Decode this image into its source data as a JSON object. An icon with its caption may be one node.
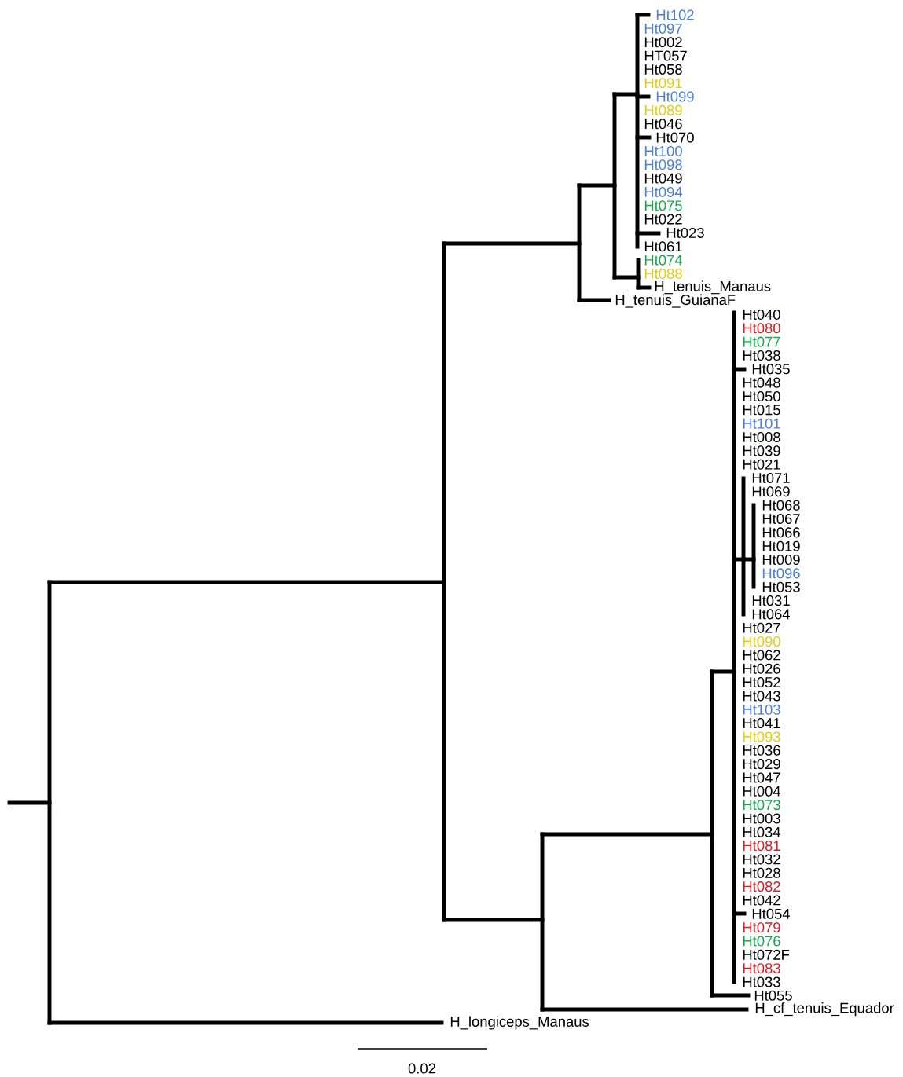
{
  "diagram": {
    "labels": [
      "Ht102",
      "Ht097",
      "Ht002",
      "HT057",
      "Ht058",
      "Ht091",
      "Ht099",
      "Ht089",
      "Ht046",
      "Ht070",
      "Ht100",
      "Ht098",
      "Ht049",
      "Ht094",
      "Ht075",
      "Ht022",
      "Ht023",
      "Ht061",
      "Ht074",
      "Ht088",
      "H_tenuis_Manaus",
      "H_tenuis_GuianaF",
      "Ht040",
      "Ht080",
      "Ht077",
      "Ht038",
      "Ht035",
      "Ht048",
      "Ht050",
      "Ht015",
      "Ht101",
      "Ht008",
      "Ht039",
      "Ht021",
      "Ht071",
      "Ht069",
      "Ht068",
      "Ht067",
      "Ht066",
      "Ht019",
      "Ht009",
      "Ht096",
      "Ht053",
      "Ht031",
      "Ht064",
      "Ht027",
      "Ht090",
      "Ht062",
      "Ht026",
      "Ht052",
      "Ht043",
      "Ht103",
      "Ht041",
      "Ht093",
      "Ht036",
      "Ht029",
      "Ht047",
      "Ht004",
      "Ht073",
      "Ht003",
      "Ht034",
      "Ht081",
      "Ht032",
      "Ht028",
      "Ht082",
      "Ht042",
      "Ht054",
      "Ht079",
      "Ht076",
      "Ht072F",
      "Ht083",
      "Ht033",
      "Ht055",
      "H_cf_tenuis_Equador",
      "H_longiceps_Manaus",
      "0.02"
    ]
  }
}
